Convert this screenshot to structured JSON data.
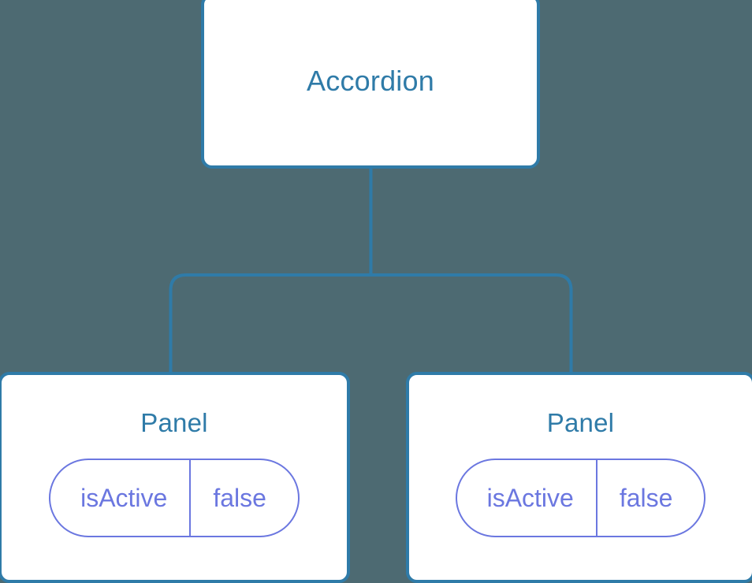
{
  "diagram": {
    "type": "component-tree",
    "background_color": "#4d6a72",
    "node_border_color": "#2f7ba8",
    "node_text_color": "#2f7ba8",
    "node_fill_color": "#ffffff",
    "connector_color": "#2f7ba8",
    "pill_color": "#6b77e0",
    "root": {
      "label": "Accordion"
    },
    "children": [
      {
        "label": "Panel",
        "state": {
          "key": "isActive",
          "value": "false"
        }
      },
      {
        "label": "Panel",
        "state": {
          "key": "isActive",
          "value": "false"
        }
      }
    ]
  }
}
